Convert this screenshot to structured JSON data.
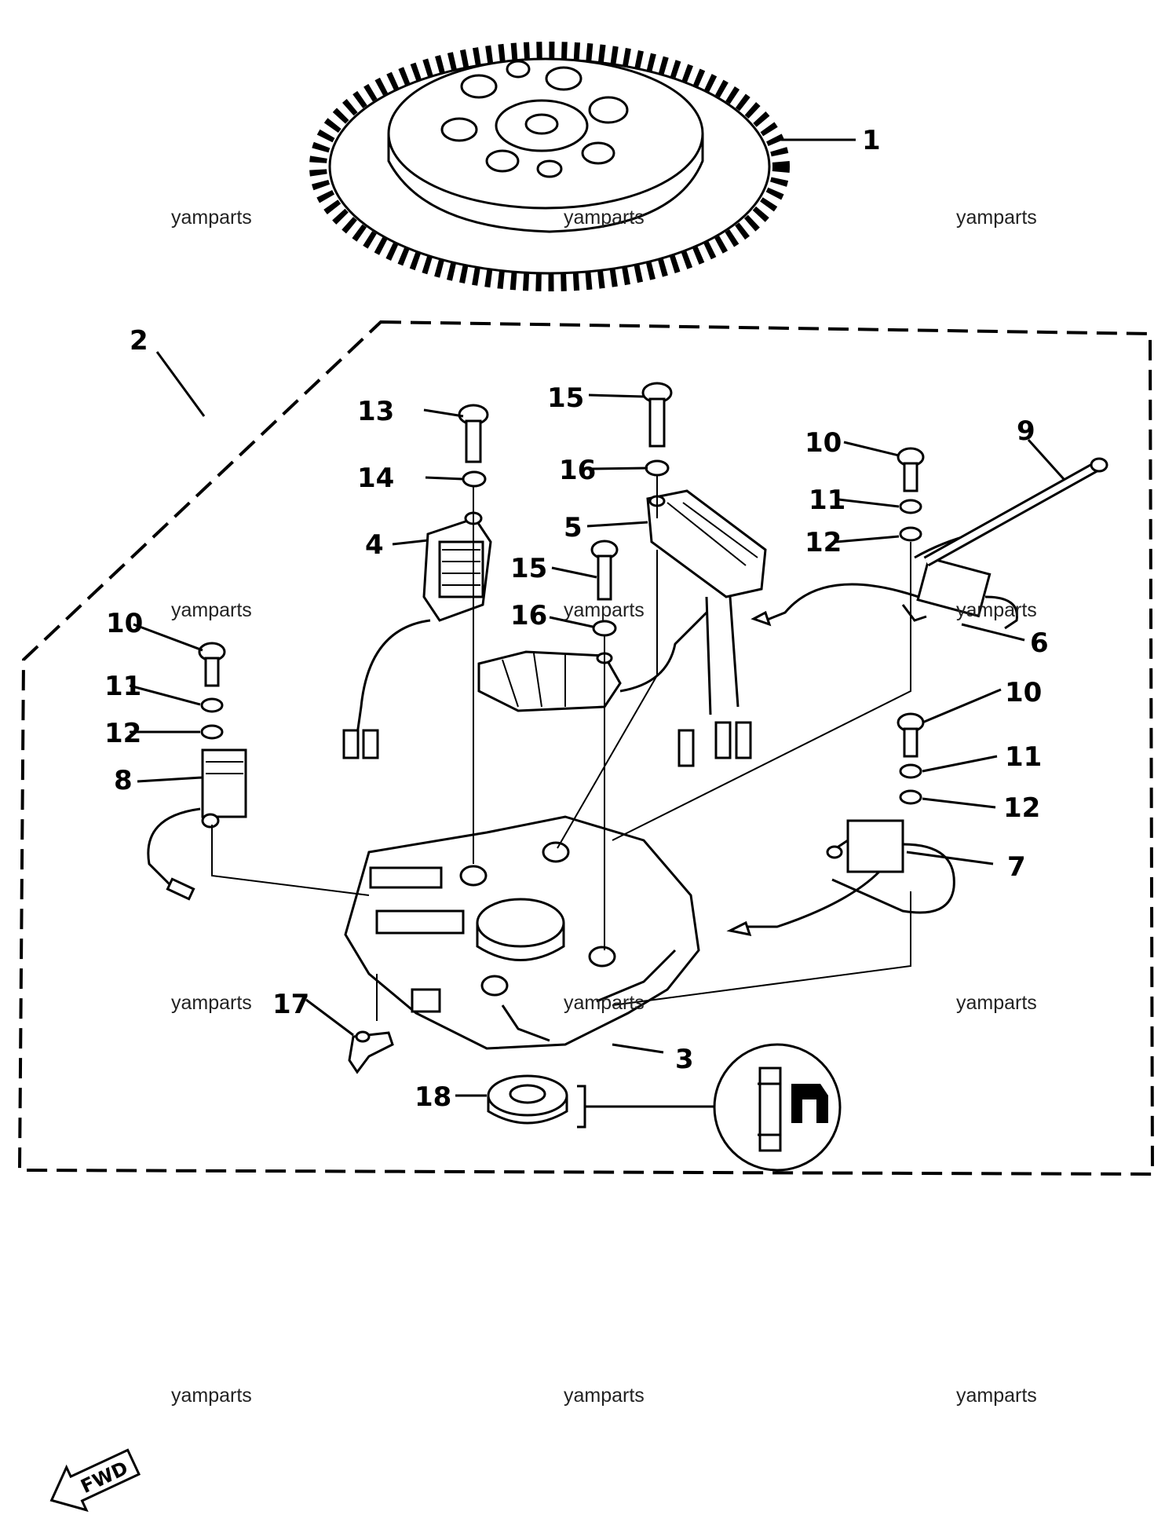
{
  "watermark": "yamparts",
  "fwd_label": "FWD",
  "callouts": {
    "c1": "1",
    "c2": "2",
    "c3": "3",
    "c4": "4",
    "c5": "5",
    "c6": "6",
    "c7": "7",
    "c8": "8",
    "c9": "9",
    "c10a": "10",
    "c10b": "10",
    "c10c": "10",
    "c11a": "11",
    "c11b": "11",
    "c11c": "11",
    "c12a": "12",
    "c12b": "12",
    "c12c": "12",
    "c13": "13",
    "c14": "14",
    "c15a": "15",
    "c15b": "15",
    "c16a": "16",
    "c16b": "16",
    "c17": "17",
    "c18": "18"
  }
}
